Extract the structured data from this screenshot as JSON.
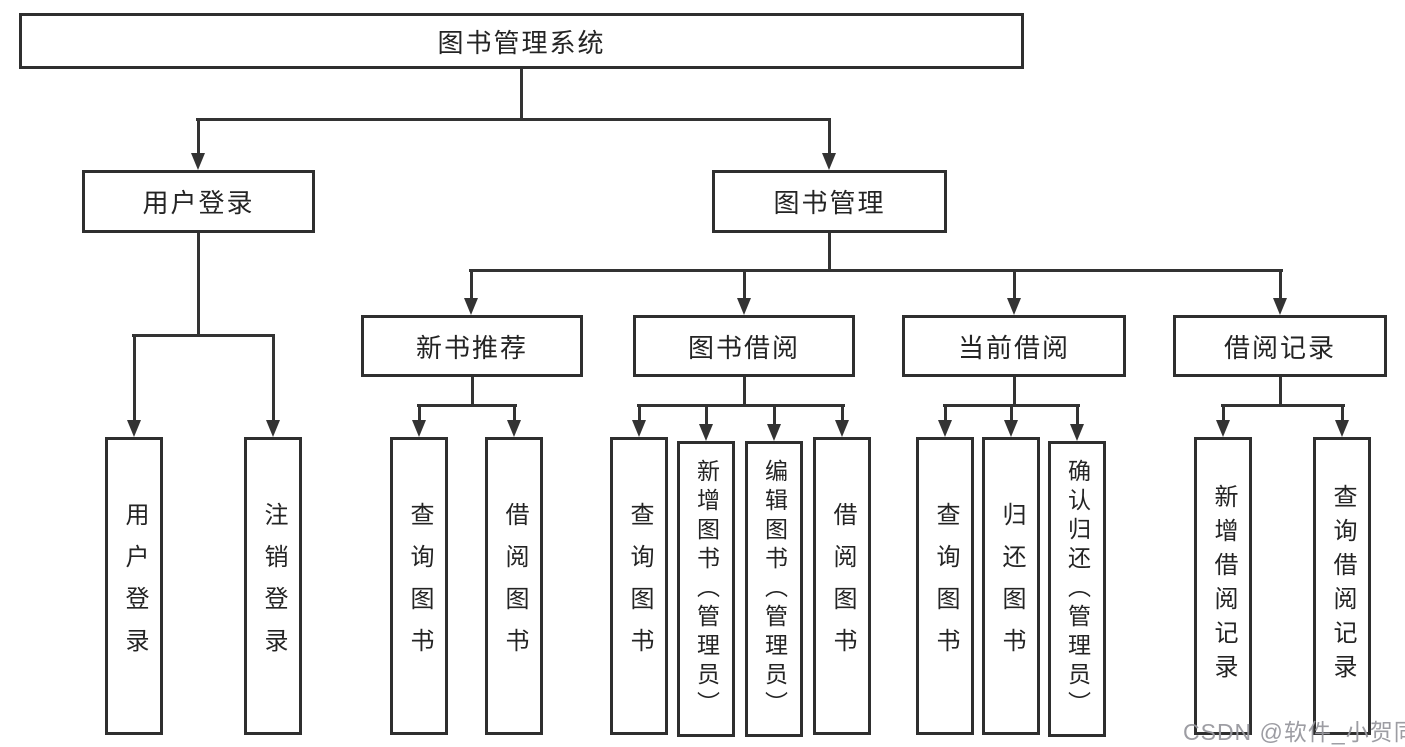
{
  "diagram_title": "图书管理系统",
  "watermark": {
    "text": "CSDN @软件_小贺同学"
  },
  "colors": {
    "line": "#333333",
    "box_border": "#2f2f2f",
    "text": "#242424",
    "watermark": "#98989e",
    "background": "#ffffff"
  },
  "tree": {
    "label": "图书管理系统",
    "children": [
      {
        "label": "用户登录",
        "children": [
          {
            "label": "用户登录"
          },
          {
            "label": "注销登录"
          }
        ]
      },
      {
        "label": "图书管理",
        "children": [
          {
            "label": "新书推荐",
            "children": [
              {
                "label": "查询图书"
              },
              {
                "label": "借阅图书"
              }
            ]
          },
          {
            "label": "图书借阅",
            "children": [
              {
                "label": "查询图书"
              },
              {
                "label": "新增图书（管理员）"
              },
              {
                "label": "编辑图书（管理员）"
              },
              {
                "label": "借阅图书"
              }
            ]
          },
          {
            "label": "当前借阅",
            "children": [
              {
                "label": "查询图书"
              },
              {
                "label": "归还图书"
              },
              {
                "label": "确认归还（管理员）"
              }
            ]
          },
          {
            "label": "借阅记录",
            "children": [
              {
                "label": "新增借阅记录"
              },
              {
                "label": "查询借阅记录"
              }
            ]
          }
        ]
      }
    ]
  }
}
